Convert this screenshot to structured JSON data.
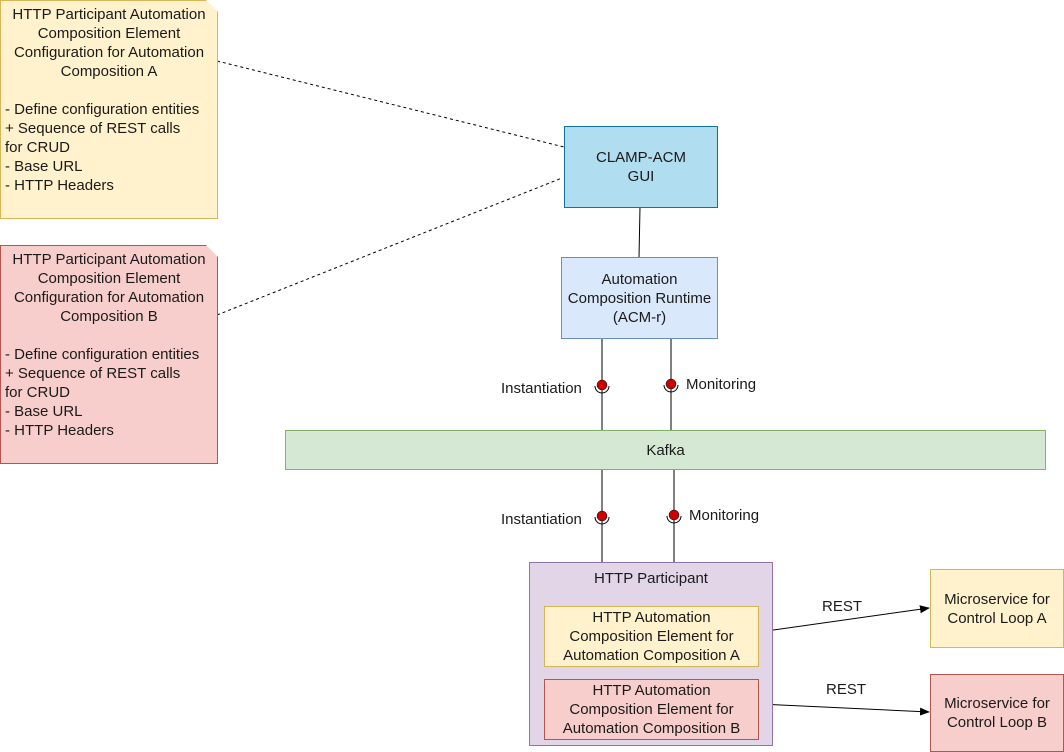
{
  "notes": {
    "a": {
      "title": "HTTP Participant Automation\nComposition Element\nConfiguration for Automation\nComposition A",
      "body": "\n- Define configuration entities\n   + Sequence of REST calls\n          for CRUD\n- Base URL\n- HTTP Headers",
      "fill": "#fff2cc",
      "stroke": "#d6b656"
    },
    "b": {
      "title": "HTTP Participant Automation\nComposition Element\nConfiguration for Automation\nComposition B",
      "body": "\n- Define configuration entities\n   + Sequence of REST calls\n          for CRUD\n- Base URL\n- HTTP Headers",
      "fill": "#f8cecc",
      "stroke": "#b85450"
    }
  },
  "boxes": {
    "gui": {
      "label": "CLAMP-ACM\nGUI",
      "fill": "#b1ddf0",
      "stroke": "#10739e"
    },
    "runtime": {
      "label": "Automation\nComposition Runtime\n(ACM-r)",
      "fill": "#dae8fc",
      "stroke": "#6c8ebf"
    },
    "kafka": {
      "label": "Kafka",
      "fill": "#d5e8d4",
      "stroke": "#82b366"
    },
    "participant": {
      "label": "HTTP Participant",
      "fill": "#e1d5e7",
      "stroke": "#9673a6"
    },
    "element_a": {
      "label": "HTTP Automation\nComposition Element for\nAutomation Composition A",
      "fill": "#fff2cc",
      "stroke": "#d6b656"
    },
    "element_b": {
      "label": "HTTP Automation\nComposition Element for\nAutomation Composition B",
      "fill": "#f8cecc",
      "stroke": "#b85450"
    },
    "ms_a": {
      "label": "Microservice for\nControl Loop A",
      "fill": "#fff2cc",
      "stroke": "#d6b656"
    },
    "ms_b": {
      "label": "Microservice for\nControl Loop B",
      "fill": "#f8cecc",
      "stroke": "#b85450"
    }
  },
  "labels": {
    "instantiation_top": "Instantiation",
    "monitoring_top": "Monitoring",
    "instantiation_bottom": "Instantiation",
    "monitoring_bottom": "Monitoring",
    "rest_a": "REST",
    "rest_b": "REST"
  },
  "interface_color": "#cc0000"
}
